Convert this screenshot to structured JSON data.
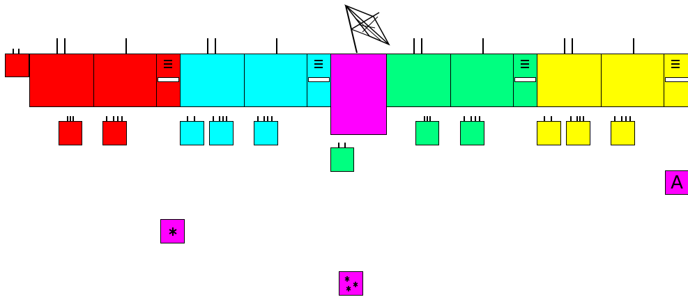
{
  "scene": {
    "title": "",
    "colors": {
      "red": "#ff0000",
      "cyan": "#00ffff",
      "green": "#00ff80",
      "yellow": "#ffff00",
      "magenta": "#ff00ff",
      "outline": "#000000",
      "background": "#ffffff"
    },
    "teams": [
      "red",
      "cyan",
      "green",
      "yellow"
    ],
    "hub_team": "magenta",
    "badges": [
      {
        "label": "A",
        "icon": "letter-a-badge",
        "color": "magenta"
      },
      {
        "label": "",
        "icon": "single-snowflake-badge",
        "color": "magenta"
      },
      {
        "label": "",
        "icon": "triple-snowflake-badge",
        "color": "magenta"
      }
    ],
    "flag_icon": "crossed-flag-icon"
  }
}
